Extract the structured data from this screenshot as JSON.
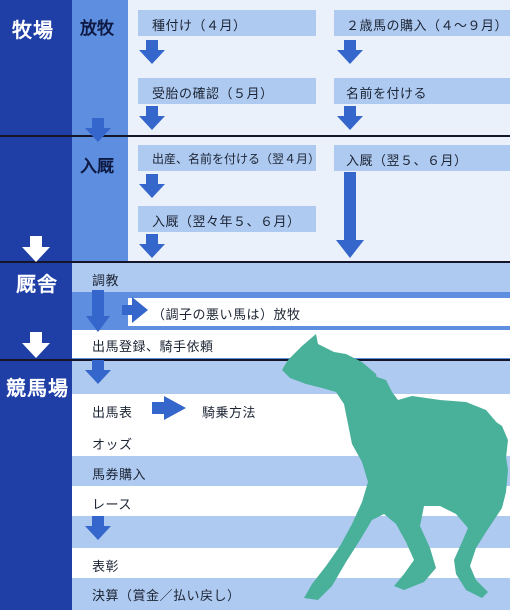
{
  "sections": {
    "ranch": "牧場",
    "stable": "厩舎",
    "racecourse": "競馬場"
  },
  "subsections": {
    "grazing": "放牧",
    "stabling": "入厩"
  },
  "ranch_flow": {
    "left": [
      "種付け（４月）",
      "受胎の確認（５月）"
    ],
    "right": [
      "２歳馬の購入（４～９月）",
      "名前を付ける"
    ]
  },
  "stabling_flow": {
    "left": [
      "出産、名前を付ける（翌４月）",
      "入厩（翌々年５、６月）"
    ],
    "right": "入厩（翌５、６月）"
  },
  "stable_flow": {
    "training": "調教",
    "branch": "（調子の悪い馬は）放牧",
    "registration": "出馬登録、騎手依頼"
  },
  "race_flow": {
    "entry_list": "出馬表",
    "riding_method": "騎乗方法",
    "odds": "オッズ",
    "ticket": "馬券購入",
    "race": "レース",
    "award": "表彰",
    "settlement": "決算（賞金／払い戻し）"
  },
  "colors": {
    "navy": "#1f3ea6",
    "medium_blue": "#5d8ee0",
    "light_band": "#aecaf0",
    "arrow": "#3566cc",
    "horse": "#49b09a",
    "rule": "#15152a"
  },
  "icons": [
    "down-arrow-icon",
    "right-arrow-icon",
    "horse-silhouette-icon"
  ]
}
